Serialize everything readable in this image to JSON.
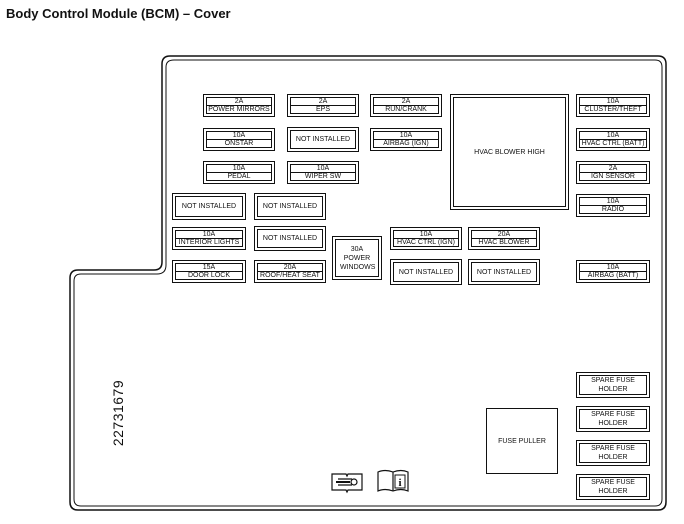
{
  "title": "Body Control Module (BCM) – Cover",
  "part_number": "22731679",
  "fuses": {
    "power_mirrors": {
      "amp": "2A",
      "name": "POWER MIRRORS"
    },
    "eps": {
      "amp": "2A",
      "name": "EPS"
    },
    "run_crank": {
      "amp": "2A",
      "name": "RUN/CRANK"
    },
    "onstar": {
      "amp": "10A",
      "name": "ONSTAR"
    },
    "airbag_ign": {
      "amp": "10A",
      "name": "AIRBAG (IGN)"
    },
    "pedal": {
      "amp": "10A",
      "name": "PEDAL"
    },
    "wiper_sw": {
      "amp": "10A",
      "name": "WIPER SW"
    },
    "interior_lights": {
      "amp": "10A",
      "name": "INTERIOR LIGHTS"
    },
    "door_lock": {
      "amp": "15A",
      "name": "DOOR LOCK"
    },
    "roof_heat_seat": {
      "amp": "20A",
      "name": "ROOF/HEAT SEAT"
    },
    "hvac_ctrl_ign": {
      "amp": "10A",
      "name": "HVAC CTRL (IGN)"
    },
    "hvac_blower": {
      "amp": "20A",
      "name": "HVAC BLOWER"
    },
    "cluster_theft": {
      "amp": "10A",
      "name": "CLUSTER/THEFT"
    },
    "hvac_ctrl_batt": {
      "amp": "10A",
      "name": "HVAC CTRL (BATT)"
    },
    "ign_sensor": {
      "amp": "2A",
      "name": "IGN SENSOR"
    },
    "radio": {
      "amp": "10A",
      "name": "RADIO"
    },
    "airbag_batt": {
      "amp": "10A",
      "name": "AIRBAG (BATT)"
    }
  },
  "not_installed_label": "NOT INSTALLED",
  "power_windows": {
    "amp": "30A",
    "name": "POWER WINDOWS"
  },
  "hvac_blower_high": "HVAC BLOWER HIGH",
  "fuse_puller": "FUSE PULLER",
  "spare_fuse_holder": "SPARE FUSE HOLDER",
  "icons": [
    "wrench-manual-icon",
    "info-manual-icon"
  ]
}
